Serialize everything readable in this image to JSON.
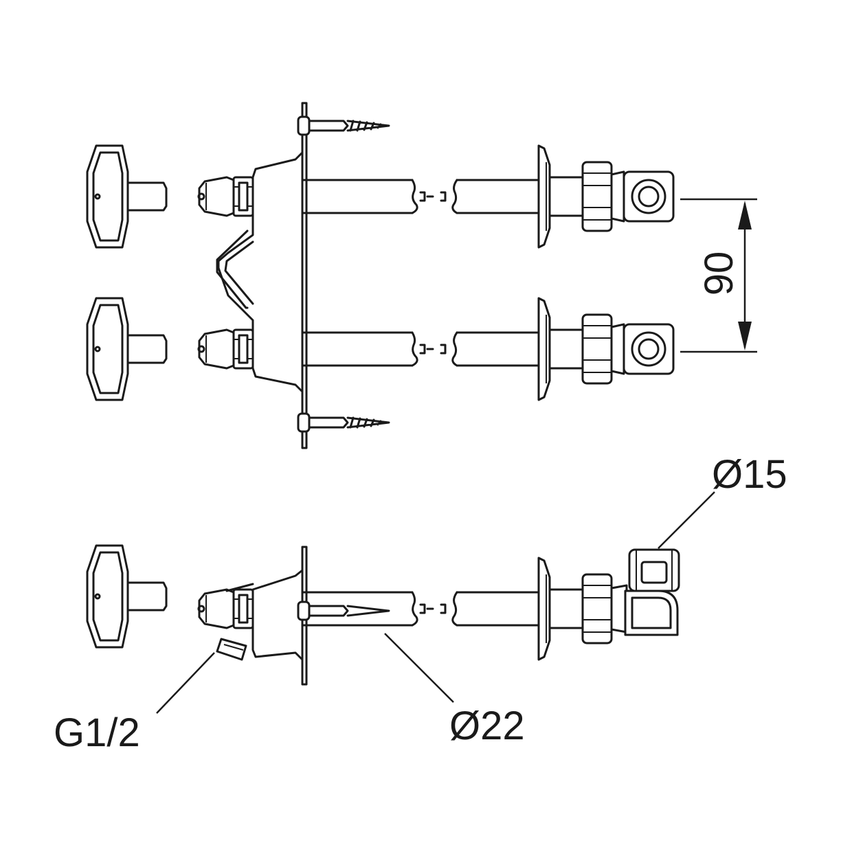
{
  "labels": {
    "spacing": "90",
    "outlet_diameter": "Ø15",
    "pipe_diameter": "Ø22",
    "thread": "G1/2"
  },
  "colors": {
    "line": "#1a1a1a",
    "background": "#ffffff"
  },
  "icons": [
    "key-icon",
    "screw-icon",
    "nut-icon",
    "elbow-fitting-icon",
    "arrow-icon"
  ]
}
